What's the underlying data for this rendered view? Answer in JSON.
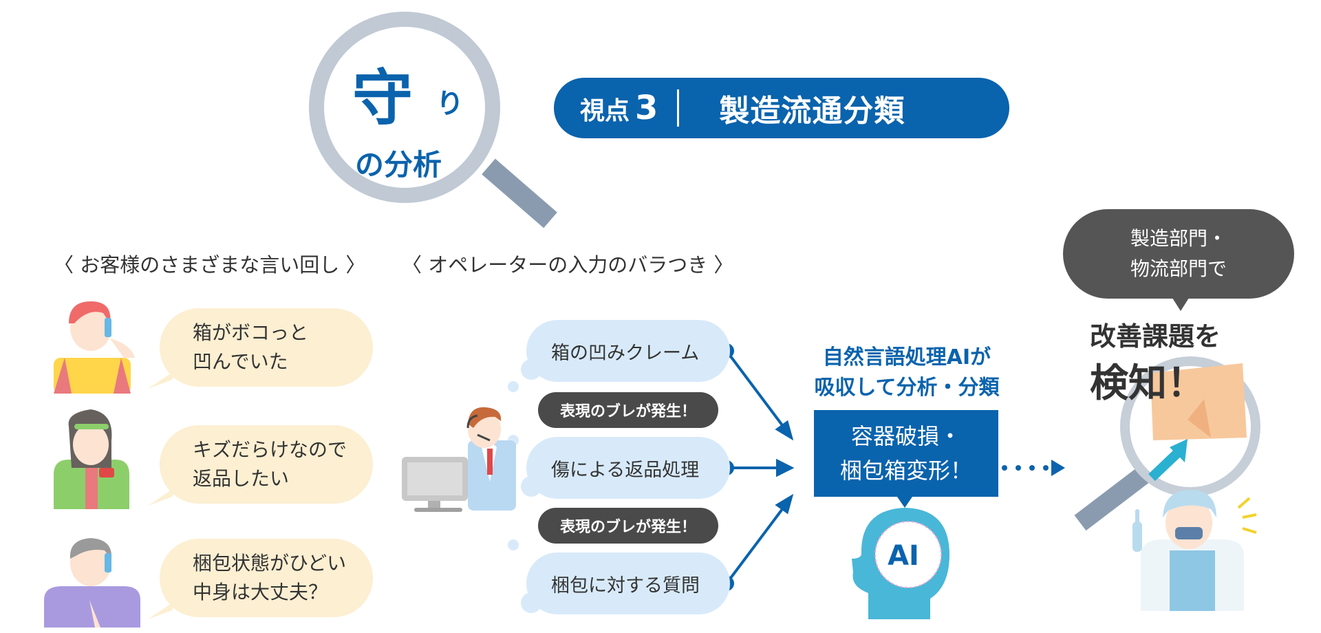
{
  "magnifier": {
    "big": "守",
    "small": "り",
    "line2": "の分析"
  },
  "badge": {
    "viewpoint": "視点",
    "number": "3",
    "title": "製造流通分類"
  },
  "sections": {
    "customers": "〈 お客様のさまざまな言い回し 〉",
    "operators": "〈 オペレーターの入力のバラつき 〉"
  },
  "customer_bubbles": [
    "箱がボコっと\n凹んでいた",
    "キズだらけなので\n返品したい",
    "梱包状態がひどい\n中身は大丈夫？"
  ],
  "operator_entries": [
    "箱の凹みクレーム",
    "傷による返品処理",
    "梱包に対する質問"
  ],
  "blur_labels": [
    "表現のブレが発生！",
    "表現のブレが発生！"
  ],
  "ai": {
    "heading": "自然言語処理AIが\n吸収して分析・分類",
    "result": "容器破損・\n梱包箱変形！",
    "icon_text": "AI"
  },
  "outcome": {
    "speech": "製造部門・\n物流部門で",
    "line1": "改善課題を",
    "line2": "検知！"
  },
  "colors": {
    "primary": "#0a63ad",
    "bubble_customer": "#fcefd2",
    "bubble_operator": "#d8eafa",
    "dark": "#4a4a4a",
    "accent": "#2ab0d0"
  }
}
